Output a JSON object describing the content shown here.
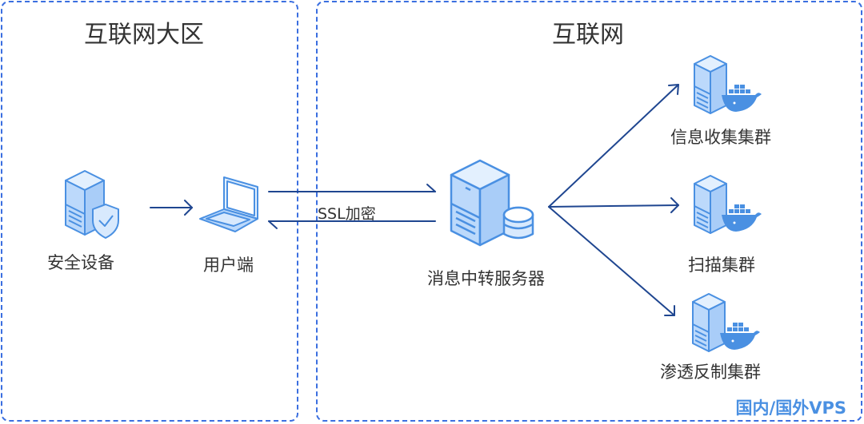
{
  "zones": {
    "left": {
      "title": "互联网大区"
    },
    "right": {
      "title": "互联网",
      "tag": "国内/国外VPS"
    }
  },
  "nodes": {
    "security_device": {
      "label": "安全设备",
      "icon": "server-shield-icon"
    },
    "user_client": {
      "label": "用户端",
      "icon": "laptop-icon"
    },
    "relay_server": {
      "label": "消息中转服务器",
      "icon": "server-database-icon"
    },
    "info_cluster": {
      "label": "信息收集集群",
      "icon": "server-docker-icon"
    },
    "scan_cluster": {
      "label": "扫描集群",
      "icon": "server-docker-icon"
    },
    "pentest_cluster": {
      "label": "渗透反制集群",
      "icon": "server-docker-icon"
    }
  },
  "edges": {
    "ssl_label": "SSL加密",
    "list": [
      {
        "from": "安全设备",
        "to": "用户端"
      },
      {
        "from": "用户端",
        "to": "消息中转服务器"
      },
      {
        "from": "消息中转服务器",
        "to": "用户端"
      },
      {
        "from": "消息中转服务器",
        "to": "信息收集集群"
      },
      {
        "from": "消息中转服务器",
        "to": "扫描集群"
      },
      {
        "from": "消息中转服务器",
        "to": "渗透反制集群"
      }
    ]
  },
  "colors": {
    "zone_border": "#3b6fe0",
    "arrow": "#1f4690",
    "icon_fill": "#bcd9fb",
    "icon_stroke": "#4a90e2",
    "tag": "#4a90e2"
  }
}
